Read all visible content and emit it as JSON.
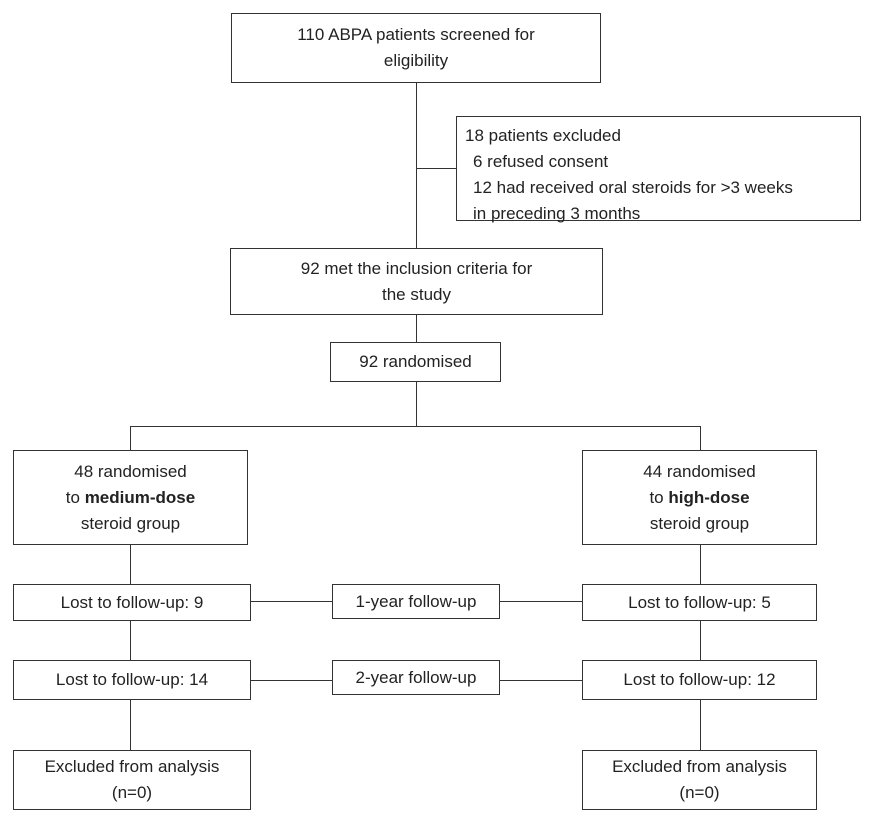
{
  "screened": {
    "line1": "110 ABPA patients screened for",
    "line2": "eligibility"
  },
  "excluded": {
    "title": "18 patients excluded",
    "item1": "6 refused consent",
    "item2a": "12 had received oral steroids for >3 weeks",
    "item2b": "in preceding 3 months"
  },
  "inclusion": {
    "line1": "92 met the inclusion criteria for",
    "line2": "the study"
  },
  "randomised": "92 randomised",
  "medium_group": {
    "line1": "48 randomised",
    "to": "to ",
    "dose": "medium-dose",
    "line3": "steroid group"
  },
  "high_group": {
    "line1": "44 randomised",
    "to": "to ",
    "dose": "high-dose",
    "line3": "steroid group"
  },
  "followup_1": {
    "label": "1-year follow-up",
    "medium_lost": "Lost to follow-up: 9",
    "high_lost": "Lost to follow-up: 5"
  },
  "followup_2": {
    "label": "2-year follow-up",
    "medium_lost": "Lost to follow-up: 14",
    "high_lost": "Lost to follow-up: 12"
  },
  "medium_excluded": {
    "line1": "Excluded from analysis",
    "line2": "(n=0)"
  },
  "high_excluded": {
    "line1": "Excluded from analysis",
    "line2": "(n=0)"
  }
}
